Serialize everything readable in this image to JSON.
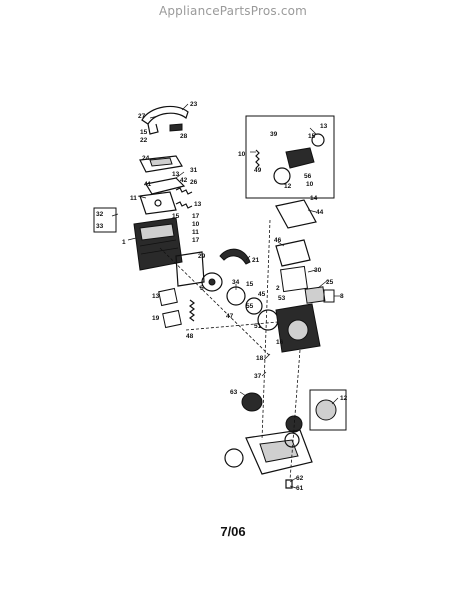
{
  "watermark": "AppliancePartsPros.com",
  "footer": {
    "date_code": "7/06"
  },
  "colors": {
    "ink": "#111111",
    "watermark": "#9a9a9a",
    "background": "#ffffff"
  },
  "callouts": [
    {
      "id": "c-23",
      "label": "23"
    },
    {
      "id": "c-27",
      "label": "27"
    },
    {
      "id": "c-15a",
      "label": "15"
    },
    {
      "id": "c-22",
      "label": "22"
    },
    {
      "id": "c-28",
      "label": "28"
    },
    {
      "id": "c-24",
      "label": "24"
    },
    {
      "id": "c-31",
      "label": "31"
    },
    {
      "id": "c-13a",
      "label": "13"
    },
    {
      "id": "c-42",
      "label": "42"
    },
    {
      "id": "c-41",
      "label": "41"
    },
    {
      "id": "c-26",
      "label": "26"
    },
    {
      "id": "c-13b",
      "label": "13"
    },
    {
      "id": "c-11",
      "label": "11"
    },
    {
      "id": "c-32",
      "label": "32"
    },
    {
      "id": "c-33",
      "label": "33"
    },
    {
      "id": "c-15b",
      "label": "15"
    },
    {
      "id": "c-17",
      "label": "17"
    },
    {
      "id": "c-10a",
      "label": "10"
    },
    {
      "id": "c-11b",
      "label": "11"
    },
    {
      "id": "c-17b",
      "label": "17"
    },
    {
      "id": "c-1",
      "label": "1"
    },
    {
      "id": "c-13c",
      "label": "13"
    },
    {
      "id": "c-19",
      "label": "19"
    },
    {
      "id": "c-29",
      "label": "29"
    },
    {
      "id": "c-21",
      "label": "21"
    },
    {
      "id": "c-34",
      "label": "34"
    },
    {
      "id": "c-15c",
      "label": "15"
    },
    {
      "id": "c-45",
      "label": "45"
    },
    {
      "id": "c-55",
      "label": "55"
    },
    {
      "id": "c-2",
      "label": "2"
    },
    {
      "id": "c-5",
      "label": "5"
    },
    {
      "id": "c-53",
      "label": "53"
    },
    {
      "id": "c-47",
      "label": "47"
    },
    {
      "id": "c-51",
      "label": "51"
    },
    {
      "id": "c-48",
      "label": "48"
    },
    {
      "id": "c-30",
      "label": "30"
    },
    {
      "id": "c-25",
      "label": "25"
    },
    {
      "id": "c-8",
      "label": "8"
    },
    {
      "id": "c-46",
      "label": "46"
    },
    {
      "id": "c-44",
      "label": "44"
    },
    {
      "id": "c-14",
      "label": "14"
    },
    {
      "id": "c-18",
      "label": "18"
    },
    {
      "id": "c-16",
      "label": "16"
    },
    {
      "id": "c-37",
      "label": "37"
    },
    {
      "id": "c-63",
      "label": "63"
    },
    {
      "id": "c-12",
      "label": "12"
    },
    {
      "id": "c-62",
      "label": "62"
    },
    {
      "id": "c-61",
      "label": "61"
    },
    {
      "id": "c-13d",
      "label": "13"
    },
    {
      "id": "c-10b",
      "label": "10"
    },
    {
      "id": "c-39",
      "label": "39"
    },
    {
      "id": "c-15d",
      "label": "15"
    },
    {
      "id": "c-49",
      "label": "49"
    },
    {
      "id": "c-12b",
      "label": "12"
    },
    {
      "id": "c-56",
      "label": "56"
    },
    {
      "id": "c-10c",
      "label": "10"
    }
  ]
}
